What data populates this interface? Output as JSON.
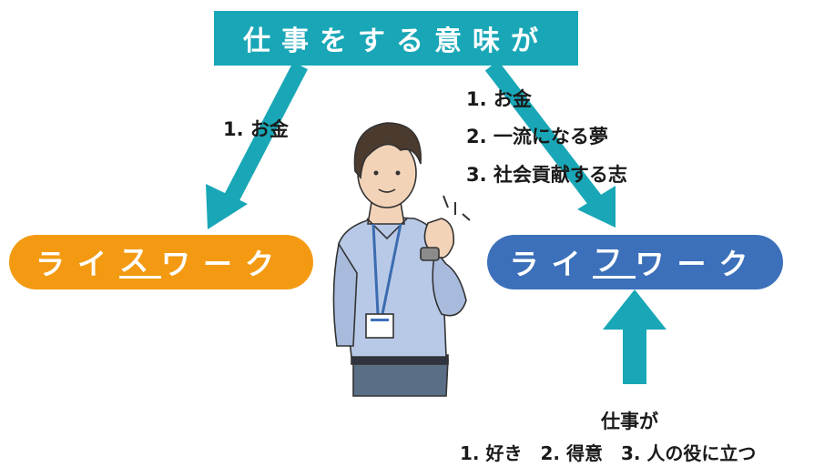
{
  "title": "仕事をする意味が",
  "left_box": {
    "chars": [
      "ラ",
      "イ",
      "ス",
      "ワ",
      "ー",
      "ク"
    ],
    "underlined_index": 2,
    "color": "#f39a12"
  },
  "right_box": {
    "chars": [
      "ラ",
      "イ",
      "フ",
      "ワ",
      "ー",
      "ク"
    ],
    "underlined_index": 2,
    "color": "#3c70ba"
  },
  "left_reasons": [
    "1. お金"
  ],
  "right_reasons": [
    "1. お金",
    "2. 一流になる夢",
    "3. 社会貢献する志"
  ],
  "bottom": {
    "heading": "仕事が",
    "items": "1. 好き　2. 得意　3. 人の役に立つ"
  },
  "colors": {
    "teal": "#19a7b7",
    "orange": "#f39a12",
    "blue": "#3c70ba"
  },
  "illustration": "man-with-lanyard-fist-pump"
}
